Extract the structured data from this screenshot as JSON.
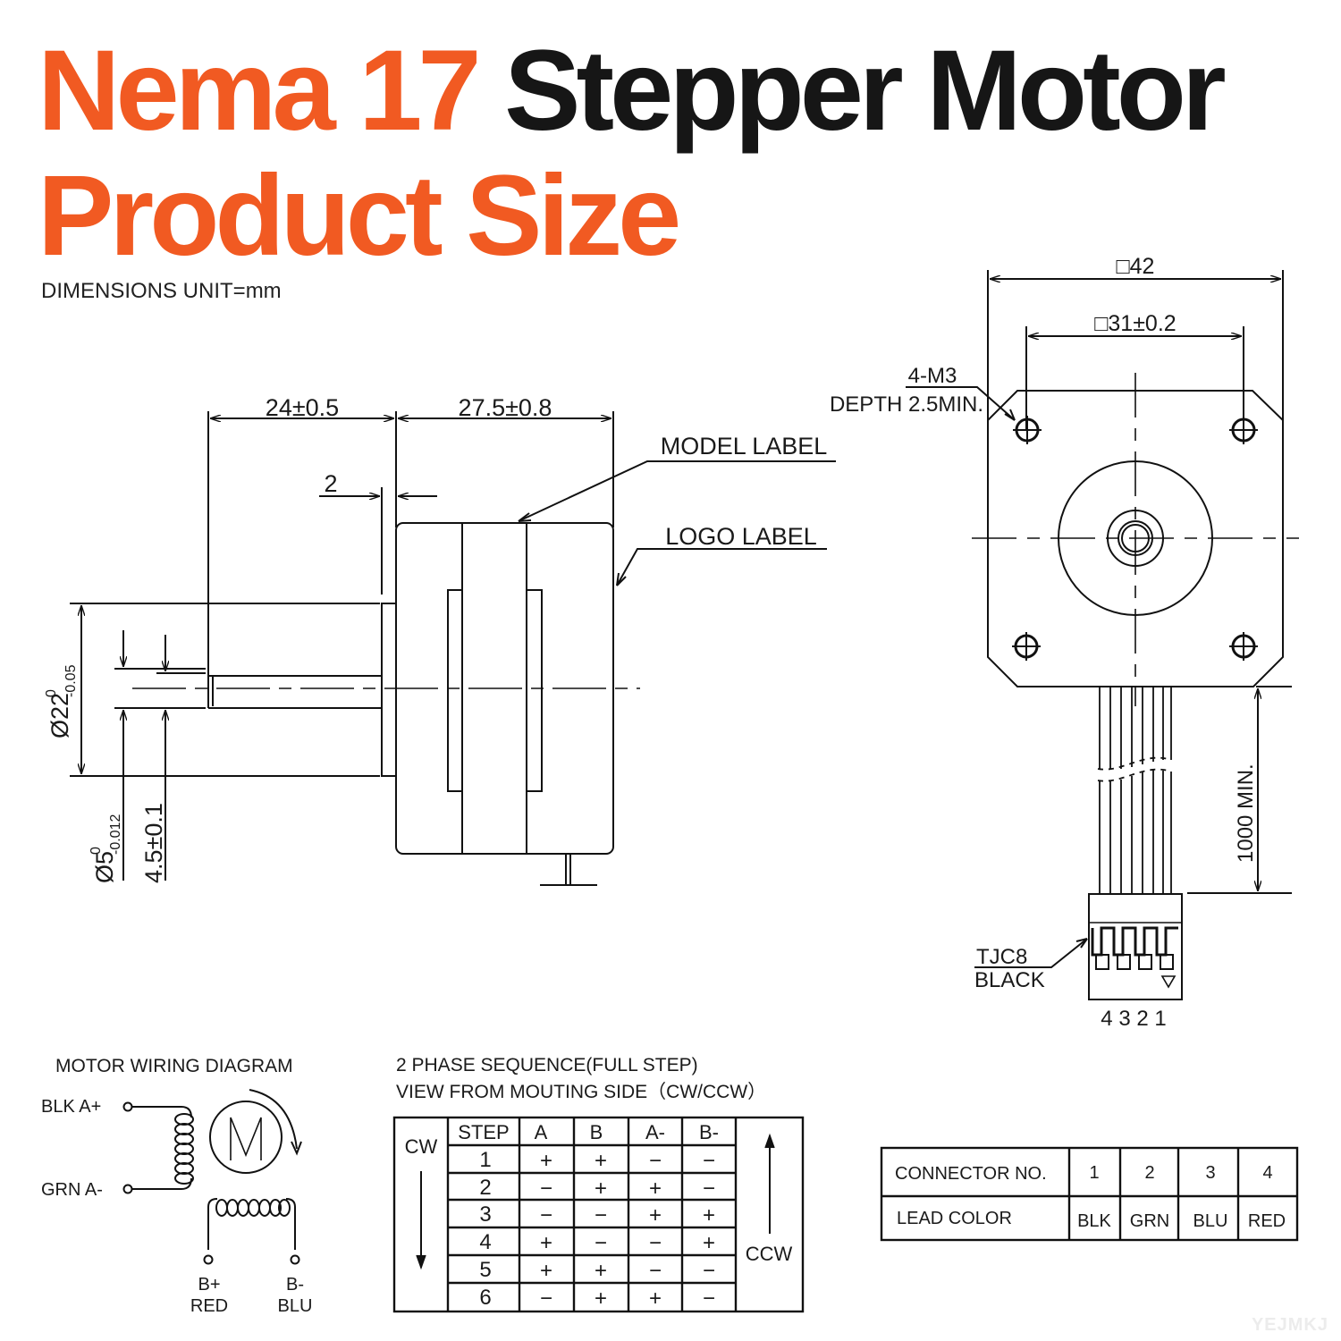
{
  "header": {
    "title_orange_1": "Nema 17",
    "title_black_1": "Stepper Motor",
    "title_orange_2": "Product Size",
    "units_note": "DIMENSIONS UNIT=mm",
    "colors": {
      "accent": "#f15a22",
      "text": "#161616"
    }
  },
  "side_view": {
    "dim_shaft_length": "24±0.5",
    "dim_body_length": "27.5±0.8",
    "dim_boss_height": "2",
    "dim_boss_diameter": "Ø22",
    "dim_boss_diameter_tol_upper": "0",
    "dim_boss_diameter_tol_lower": "-0.05",
    "dim_shaft_diameter": "Ø5",
    "dim_shaft_diameter_tol_upper": "0",
    "dim_shaft_diameter_tol_lower": "-0.012",
    "dim_flat": "4.5±0.1",
    "callout_model_label": "MODEL LABEL",
    "callout_logo_label": "LOGO LABEL"
  },
  "front_view": {
    "dim_frame": "□42",
    "dim_hole_spacing": "□31±0.2",
    "callout_holes_line1": "4-M3",
    "callout_holes_line2": "DEPTH 2.5MIN.",
    "dim_lead_length": "1000 MIN.",
    "connector_line1": "TJC8",
    "connector_line2": "BLACK",
    "connector_pins": "4 3 2 1"
  },
  "wiring_diagram": {
    "title": "MOTOR WIRING  DIAGRAM",
    "a_plus": "BLK  A+",
    "a_minus": "GRN  A-",
    "b_plus": "B+",
    "b_plus_color": "RED",
    "b_minus": "B-",
    "b_minus_color": "BLU",
    "motor_symbol": "M"
  },
  "phase_sequence": {
    "title_line1": "2 PHASE SEQUENCE(FULL STEP)",
    "title_line2": "VIEW FROM MOUTING SIDE（CW/CCW）",
    "cw_label": "CW",
    "ccw_label": "CCW",
    "headers": [
      "STEP",
      "A",
      "B",
      "A-",
      "B-"
    ],
    "rows": [
      [
        "1",
        "+",
        "+",
        "−",
        "−"
      ],
      [
        "2",
        "−",
        "+",
        "+",
        "−"
      ],
      [
        "3",
        "−",
        "−",
        "+",
        "+"
      ],
      [
        "4",
        "+",
        "−",
        "−",
        "+"
      ],
      [
        "5",
        "+",
        "+",
        "−",
        "−"
      ],
      [
        "6",
        "−",
        "+",
        "+",
        "−"
      ]
    ]
  },
  "connector_table": {
    "row1_label": "CONNECTOR NO.",
    "row2_label": "LEAD COLOR",
    "numbers": [
      "1",
      "2",
      "3",
      "4"
    ],
    "colors": [
      "BLK",
      "GRN",
      "BLU",
      "RED"
    ]
  },
  "watermark": "YEJMKJ"
}
